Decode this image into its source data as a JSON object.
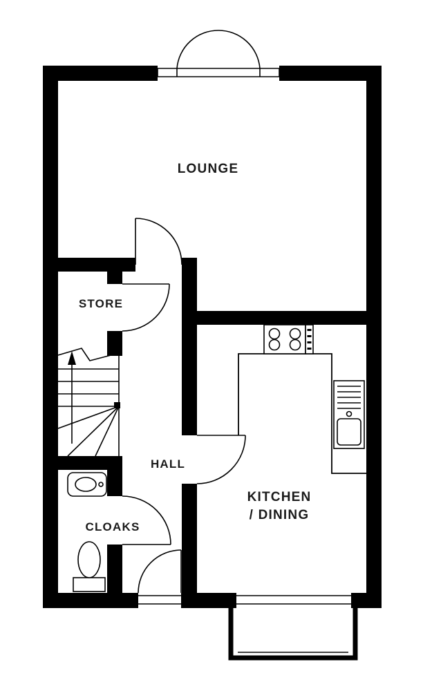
{
  "colors": {
    "background": "#ffffff",
    "walls": "#000000",
    "lines": "#000000",
    "label_text": "#1a1a1a"
  },
  "rooms": {
    "lounge": "LOUNGE",
    "store": "STORE",
    "hall": "HALL",
    "kitchen_line1": "KITCHEN",
    "kitchen_line2": "/ DINING",
    "cloaks": "CLOAKS"
  }
}
